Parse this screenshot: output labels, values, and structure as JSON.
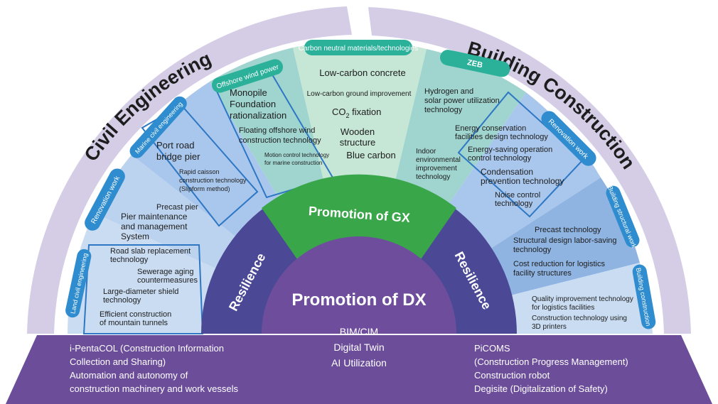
{
  "arcs": {
    "civil": "Civil Engineering",
    "building": "Building Construction"
  },
  "center": {
    "dx_title": "Promotion of DX",
    "gx_title": "Promotion of GX",
    "resilience_left": "Resilience",
    "resilience_right": "Resilience",
    "dx_items": [
      "BIM/CIM",
      "Digital Twin",
      "AI Utilization"
    ]
  },
  "tabs": {
    "carbon": "Carbon neutral materials/technologies",
    "offshore": "Offshore wind power",
    "zeb": "ZEB",
    "marine": "Marine civil engineering",
    "renovation_left": "Renovation work",
    "land": "Land civil engineering",
    "renovation_right": "Renovation work",
    "building_structural": "Building structural work",
    "building_construction": "Building construction"
  },
  "carbon_items": {
    "low_carbon_concrete": "Low-carbon concrete",
    "low_carbon_ground": "Low-carbon ground improvement",
    "co2_main": "CO",
    "co2_sub": "2",
    "co2_rest": " fixation",
    "wooden_1": "Wooden",
    "wooden_2": "structure",
    "blue_carbon": "Blue carbon"
  },
  "offshore_items": {
    "monopile_1": "Monopile",
    "monopile_2": "Foundation",
    "monopile_3": "rationalization",
    "floating_1": "Floating offshore wind",
    "floating_2": "construction technology",
    "motion_1": "Motion control technology",
    "motion_2": "for marine construction"
  },
  "zeb_items": {
    "hydrogen_1": "Hydrogen and",
    "hydrogen_2": "solar power utilization",
    "hydrogen_3": "technology",
    "indoor_1": "Indoor",
    "indoor_2": "environmental",
    "indoor_3": "improvement",
    "indoor_4": "technology"
  },
  "marine_items": {
    "port_1": "Port road",
    "port_2": "bridge pier",
    "caisson_1": "Rapid caisson",
    "caisson_2": "construction technology",
    "caisson_3": "(Slipform method)"
  },
  "renovation_left_items": {
    "precast_pier": "Precast pier",
    "pier_1": "Pier maintenance",
    "pier_2": "and management",
    "pier_3": "System"
  },
  "land_items": {
    "slab_1": "Road slab replacement",
    "slab_2": "technology",
    "sewer_1": "Sewerage aging",
    "sewer_2": "countermeasures",
    "shield_1": "Large-diameter shield",
    "shield_2": "technology",
    "tunnel_1": "Efficient construction",
    "tunnel_2": "of mountain tunnels"
  },
  "renovation_right_items": {
    "energy_cons_1": "Energy conservation",
    "energy_cons_2": "facilities design technology",
    "energy_op_1": "Energy-saving operation",
    "energy_op_2": "control technology",
    "condensation_1": "Condensation",
    "condensation_2": "prevention technology",
    "noise_1": "Noise control",
    "noise_2": "technology"
  },
  "structural_items": {
    "precast_tech": "Precast technology",
    "labor_1": "Structural design labor-saving",
    "labor_2": "technology",
    "cost_1": "Cost reduction for logistics",
    "cost_2": "facility structures"
  },
  "construction_items": {
    "quality_1": "Quality improvement technology",
    "quality_2": "for logistics facilities",
    "printer_1": "Construction technology using",
    "printer_2": "3D printers"
  },
  "base": {
    "left": [
      "i-PentaCOL (Construction Information",
      "Collection and Sharing)",
      "Automation and autonomy of",
      "construction machinery and work vessels"
    ],
    "right": [
      "PiCOMS",
      "(Construction Progress Management)",
      "Construction robot",
      "Degisite (Digitalization of Safety)"
    ]
  },
  "colors": {
    "arc_band": "#d5cde6",
    "purple_base": "#6b4d9a",
    "dx_purple": "#6e4e9c",
    "resilience": "#4b4996",
    "gx_green": "#3aa64a",
    "teal_outer": "#2bb09a",
    "blue_outer": "#2e8ccf",
    "carbon_light": "#c6e6d6",
    "teal_sector": "#9fd4cf",
    "blue_light": "#c9dcf2",
    "blue_mid": "#a9c7ec",
    "blue_deep": "#8fb4e2"
  }
}
